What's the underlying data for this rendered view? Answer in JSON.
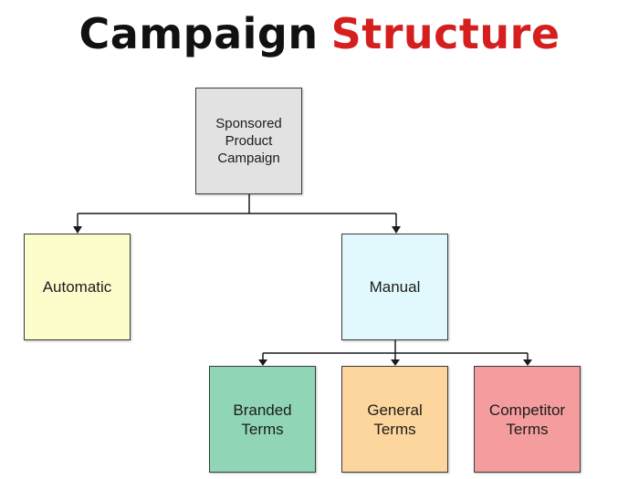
{
  "title": {
    "part1": "Campaign",
    "part2": "Structure"
  },
  "nodes": {
    "root": {
      "label": "Sponsored\nProduct\nCampaign",
      "fill": "#e2e2e2"
    },
    "automatic": {
      "label": "Automatic",
      "fill": "#fdfccb"
    },
    "manual": {
      "label": "Manual",
      "fill": "#e1f9fc"
    },
    "branded": {
      "label": "Branded\nTerms",
      "fill": "#8fd5b6"
    },
    "general": {
      "label": "General\nTerms",
      "fill": "#fcd69c"
    },
    "competitor": {
      "label": "Competitor\nTerms",
      "fill": "#f59d9e"
    }
  },
  "colors": {
    "title_dark": "#111111",
    "title_accent": "#d51f1f",
    "connector": "#1a1a1a"
  }
}
